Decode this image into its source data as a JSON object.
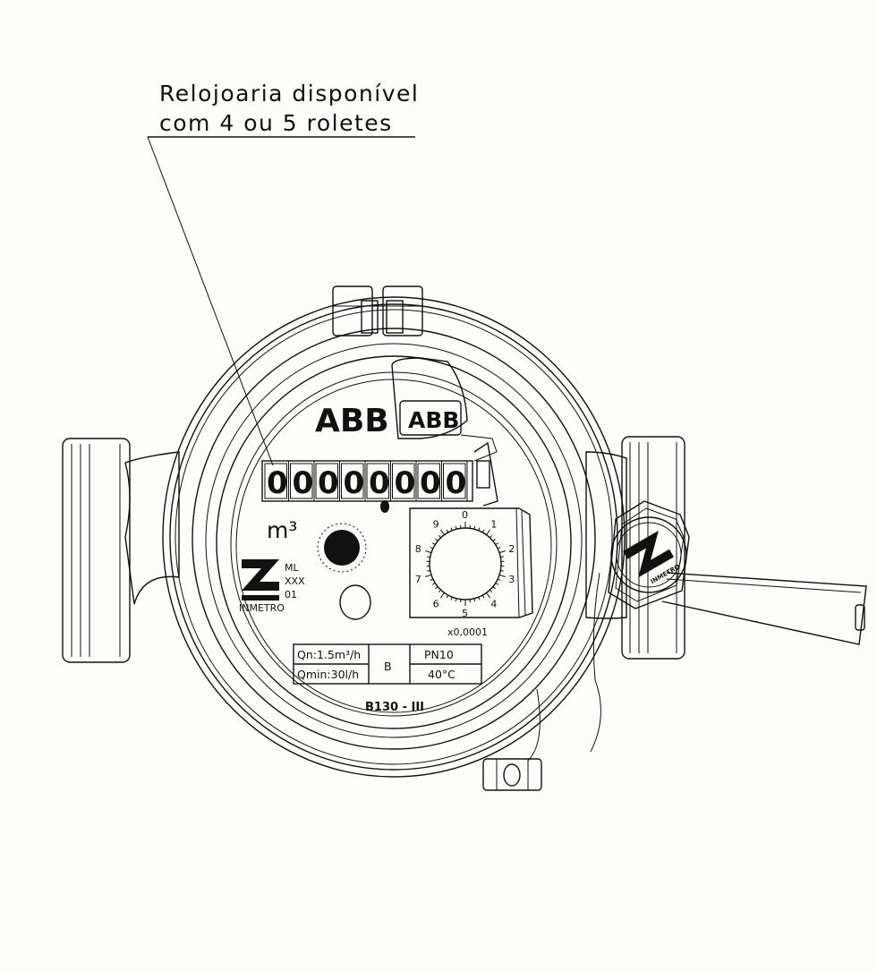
{
  "callout": {
    "line1": "Relojoaria disponível",
    "line2": "com 4 ou 5 roletes"
  },
  "brand": {
    "logo_main": "ABB",
    "logo_cover": "ABB"
  },
  "counter": {
    "digits": [
      "0",
      "0",
      "0",
      "0",
      "0",
      "0",
      "0",
      "0"
    ],
    "unit": "m³"
  },
  "dial": {
    "numbers": [
      "0",
      "1",
      "2",
      "3",
      "4",
      "5",
      "6",
      "7",
      "8",
      "9"
    ],
    "multiplier": "x0,0001"
  },
  "inmetro_block": {
    "code_line1": "ML",
    "code_line2": "XXX",
    "code_line3": "01",
    "label": "INMETRO",
    "seal_label": "INMETRO"
  },
  "specs": {
    "qn": "Qn:1.5m³/h",
    "qmin": "Qmin:30l/h",
    "class": "B",
    "pressure": "PN10",
    "temperature": "40°C"
  },
  "model": "B130 - III"
}
